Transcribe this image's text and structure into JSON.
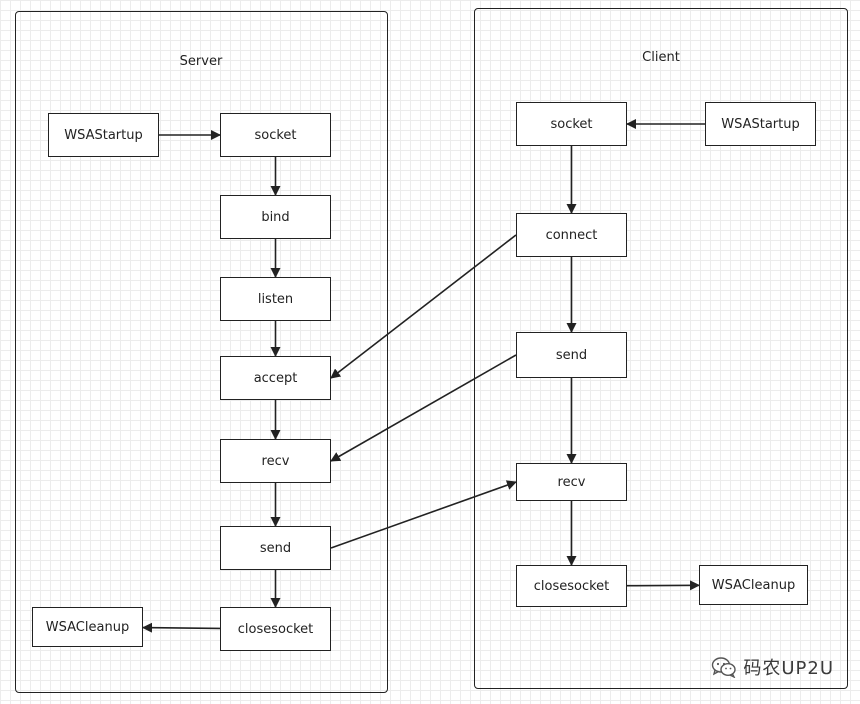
{
  "server": {
    "title": "Server",
    "nodes": {
      "wsastartup": "WSAStartup",
      "socket": "socket",
      "bind": "bind",
      "listen": "listen",
      "accept": "accept",
      "recv": "recv",
      "send": "send",
      "closesocket": "closesocket",
      "wsacleanup": "WSACleanup"
    }
  },
  "client": {
    "title": "Client",
    "nodes": {
      "wsastartup": "WSAStartup",
      "socket": "socket",
      "connect": "connect",
      "send": "send",
      "recv": "recv",
      "closesocket": "closesocket",
      "wsacleanup": "WSACleanup"
    }
  },
  "edges": [
    {
      "from": "server.wsastartup",
      "to": "server.socket"
    },
    {
      "from": "server.socket",
      "to": "server.bind"
    },
    {
      "from": "server.bind",
      "to": "server.listen"
    },
    {
      "from": "server.listen",
      "to": "server.accept"
    },
    {
      "from": "server.accept",
      "to": "server.recv"
    },
    {
      "from": "server.recv",
      "to": "server.send"
    },
    {
      "from": "server.send",
      "to": "server.closesocket"
    },
    {
      "from": "server.closesocket",
      "to": "server.wsacleanup"
    },
    {
      "from": "client.wsastartup",
      "to": "client.socket"
    },
    {
      "from": "client.socket",
      "to": "client.connect"
    },
    {
      "from": "client.connect",
      "to": "client.send"
    },
    {
      "from": "client.send",
      "to": "client.recv"
    },
    {
      "from": "client.recv",
      "to": "client.closesocket"
    },
    {
      "from": "client.closesocket",
      "to": "client.wsacleanup"
    },
    {
      "from": "client.connect",
      "to": "server.accept"
    },
    {
      "from": "client.send",
      "to": "server.recv"
    },
    {
      "from": "server.send",
      "to": "client.recv"
    }
  ],
  "watermark": {
    "text": "码农UP2U",
    "icon": "wechat-icon"
  }
}
